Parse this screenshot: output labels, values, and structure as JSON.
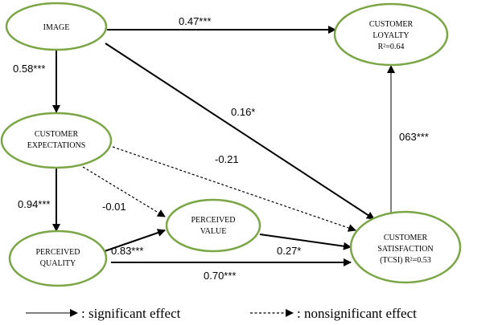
{
  "nodes": {
    "image": {
      "lines": [
        "IMAGE"
      ]
    },
    "expectations": {
      "lines": [
        "CUSTOMER",
        "EXPECTATIONS"
      ]
    },
    "quality": {
      "lines": [
        "PERCEIVED",
        "QUALITY"
      ]
    },
    "value": {
      "lines": [
        "PERCEIVED",
        "VALUE"
      ]
    },
    "satisfaction": {
      "lines": [
        "CUSTOMER",
        "SATISFACTION",
        "(TCSI) R²=0.53"
      ]
    },
    "loyalty": {
      "lines": [
        "CUSTOMER",
        "LOYALTY",
        "R²=0.64"
      ]
    }
  },
  "paths": {
    "image_loyalty": "0.47***",
    "image_expectations": "0.58***",
    "image_satisfaction": "0.16*",
    "satisfaction_loyalty": "063***",
    "expectations_satisfaction": "-0.21",
    "expectations_quality": "0.94***",
    "expectations_value": "-0.01",
    "quality_value": "0.83***",
    "value_satisfaction": "0.27*",
    "quality_satisfaction": "0.70***"
  },
  "legend": {
    "significant": ": significant effect",
    "nonsignificant": ": nonsignificant effect"
  },
  "colors": {
    "node_border": "#7aa646",
    "arrow": "#000000"
  }
}
